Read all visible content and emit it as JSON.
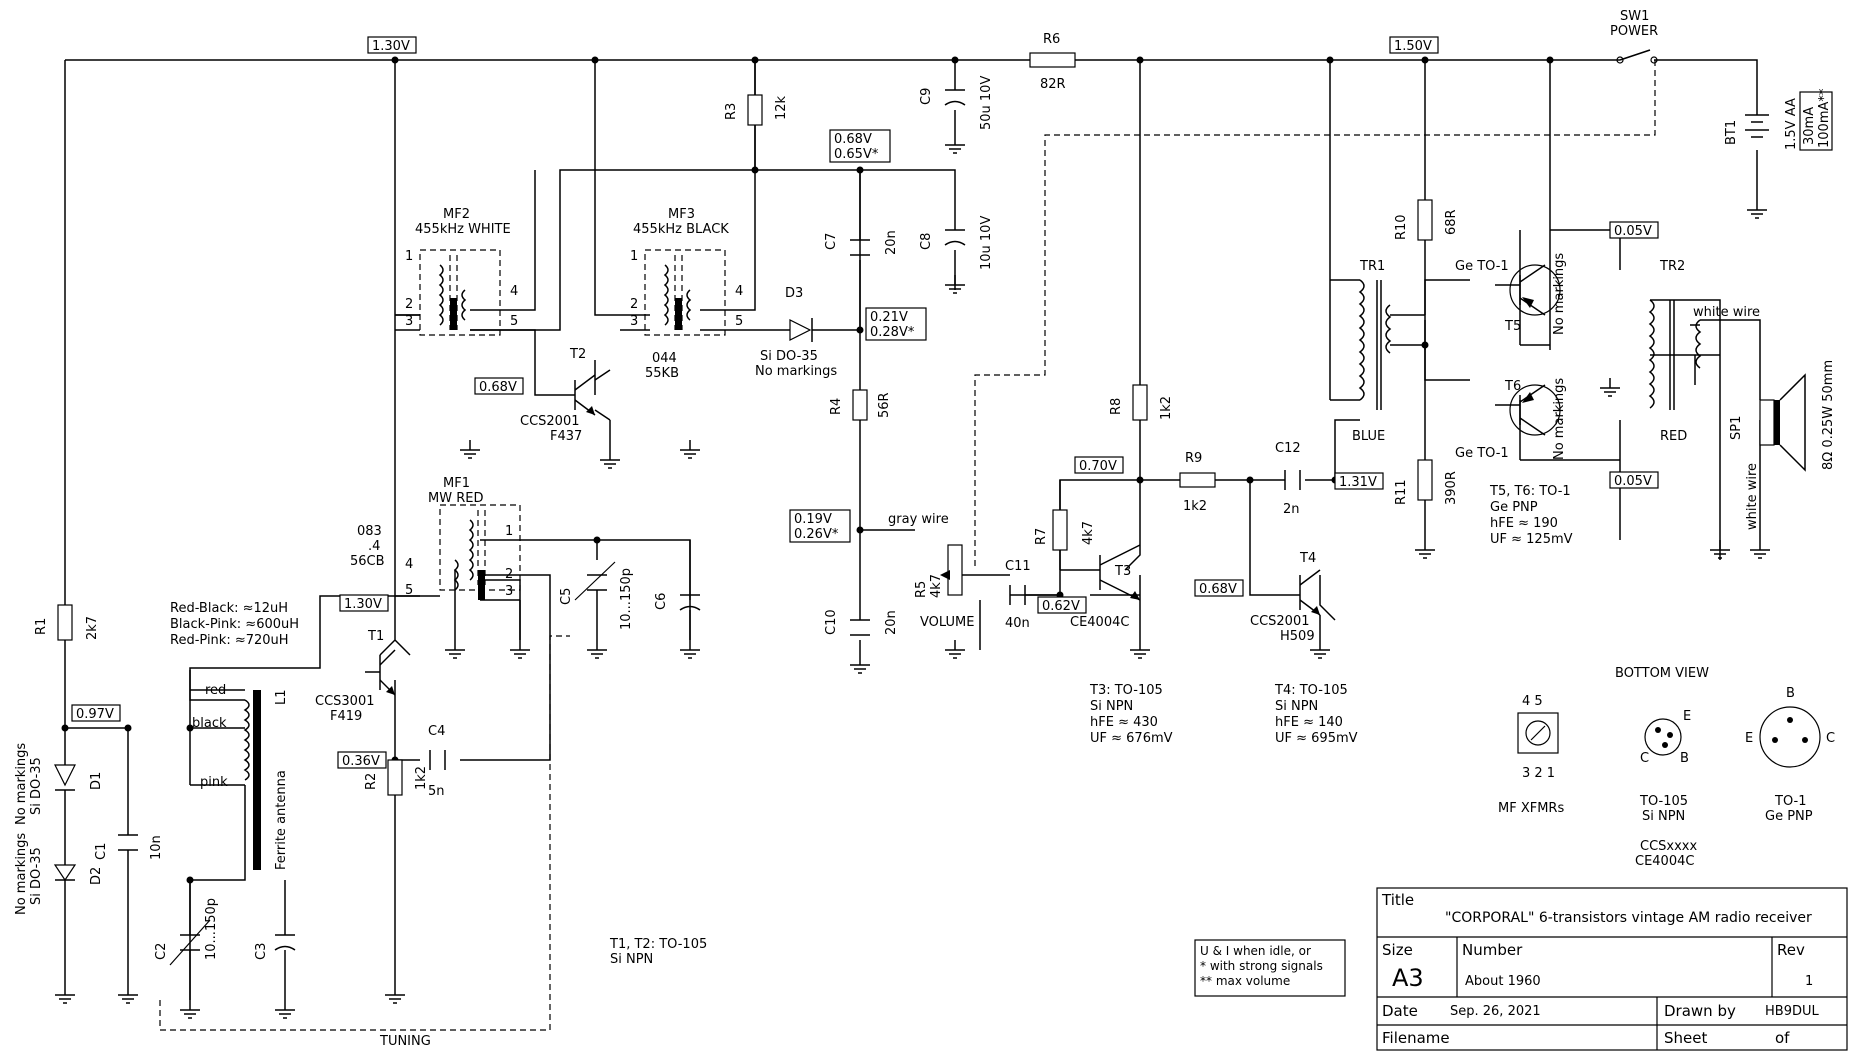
{
  "title_block": {
    "title_label": "Title",
    "title": "\"CORPORAL\" 6-transistors vintage AM radio receiver",
    "size_label": "Size",
    "size": "A3",
    "number_label": "Number",
    "number": "About 1960",
    "rev_label": "Rev",
    "rev": "1",
    "date_label": "Date",
    "date": "Sep. 26, 2021",
    "drawn_by_label": "Drawn by",
    "drawn_by": "HB9DUL",
    "filename_label": "Filename",
    "sheet_label": "Sheet",
    "sheet_of": "of"
  },
  "voltages": {
    "v_top_left": "1.30V",
    "v_top_right": "1.50V",
    "v_t2_e": "0.68V",
    "v_c7_a": "0.68V",
    "v_c7_b": "0.65V*",
    "v_d3_a": "0.21V",
    "v_d3_b": "0.28V*",
    "v_r5_a": "0.19V",
    "v_r5_b": "0.26V*",
    "v_t1_c": "1.30V",
    "v_l1": "0.97V",
    "v_t1_e": "0.36V",
    "v_t3_c": "0.70V",
    "v_t3_b": "0.62V",
    "v_t4_c": "1.31V",
    "v_t4_e": "0.68V",
    "v_t5": "0.05V",
    "v_t6": "0.05V"
  },
  "components": {
    "R1": "R1",
    "R1_val": "2k7",
    "R2": "R2",
    "R2_val": "1k2",
    "R3": "R3",
    "R3_val": "12k",
    "R4": "R4",
    "R4_val": "56R",
    "R5": "R5",
    "R5_val": "4k7",
    "R5_extra": "VOLUME",
    "R6": "R6",
    "R6_val": "82R",
    "R7": "R7",
    "R7_val": "4k7",
    "R8": "R8",
    "R8_val": "1k2",
    "R9": "R9",
    "R9_val": "1k2",
    "R10": "R10",
    "R10_val": "68R",
    "R11": "R11",
    "R11_val": "390R",
    "C1": "C1",
    "C1_val": "10n",
    "C2": "C2",
    "C2_val": "10...150p",
    "C3": "C3",
    "C4": "C4",
    "C4_val": "5n",
    "C5": "C5",
    "C5_val": "10...150p",
    "C6": "C6",
    "C7": "C7",
    "C7_val": "20n",
    "C8": "C8",
    "C8_val": "10u 10V",
    "C9": "C9",
    "C9_val": "50u 10V",
    "C10": "C10",
    "C10_val": "20n",
    "C11": "C11",
    "C11_val": "40n",
    "C12": "C12",
    "C12_val": "2n",
    "D1": "D1",
    "D1_note1": "No markings",
    "D1_note2": "Si DO-35",
    "D2": "D2",
    "D2_note1": "No markings",
    "D2_note2": "Si DO-35",
    "D3": "D3",
    "D3_note1": "Si DO-35",
    "D3_note2": "No markings",
    "T1": "T1",
    "T1_part1": "CCS3001",
    "T1_part2": "F419",
    "T2": "T2",
    "T2_part1": "CCS2001",
    "T2_part2": "F437",
    "T3": "T3",
    "T3_part": "CE4004C",
    "T4": "T4",
    "T4_part1": "CCS2001",
    "T4_part2": "H509",
    "T5": "T5",
    "T5_part": "Ge TO-1",
    "T5_note": "No markings",
    "T6": "T6",
    "T6_part": "Ge TO-1",
    "T6_note": "No markings",
    "MF1": "MF1",
    "MF1_desc": "MW RED",
    "MF1_code1": "083",
    "MF1_code2": ".4",
    "MF1_code3": "56CB",
    "MF2": "MF2",
    "MF2_desc": "455kHz WHITE",
    "MF3": "MF3",
    "MF3_desc": "455kHz BLACK",
    "MF3_code1": "044",
    "MF3_code2": "55KB",
    "L1": "L1",
    "L1_desc": "Ferrite antenna",
    "L1_red": "red",
    "L1_black": "black",
    "L1_pink": "pink",
    "TR1": "TR1",
    "TR1_desc": "BLUE",
    "TR2": "TR2",
    "TR2_desc": "RED",
    "TR2_wire": "white wire",
    "SP1": "SP1",
    "SP1_val": "8Ω 0.25W 50mm",
    "SP1_wire": "white wire",
    "BT1": "BT1",
    "BT1_val": "1.5V AA",
    "BT1_cur1": "30mA",
    "BT1_cur2": "100mA**",
    "SW1": "SW1",
    "SW1_desc": "POWER",
    "gray_wire": "gray wire",
    "tuning": "TUNING",
    "pin1": "1",
    "pin2": "2",
    "pin3": "3",
    "pin4": "4",
    "pin5": "5"
  },
  "notes": {
    "l1_1": "Red-Black: ≈12uH",
    "l1_2": "Black-Pink: ≈600uH",
    "l1_3": "Red-Pink: ≈720uH",
    "t12_1": "T1, T2: TO-105",
    "t12_2": "Si NPN",
    "t3_1": "T3: TO-105",
    "t3_2": "Si NPN",
    "t3_3": "hFE ≈ 430",
    "t3_4": "UF ≈ 676mV",
    "t4_1": "T4: TO-105",
    "t4_2": "Si NPN",
    "t4_3": "hFE ≈ 140",
    "t4_4": "UF ≈ 695mV",
    "t56_1": "T5, T6: TO-1",
    "t56_2": "Ge PNP",
    "t56_3": "hFE ≈ 190",
    "t56_4": "UF ≈ 125mV",
    "legend_1": "U & I when idle, or",
    "legend_2": "* with strong signals",
    "legend_3": "** max volume"
  },
  "bottom_view": {
    "title": "BOTTOM VIEW",
    "mf_pins_top": "4 5",
    "mf_pins_bottom": "3 2 1",
    "mf_label": "MF XFMRs",
    "to105_e": "E",
    "to105_c": "C",
    "to105_b": "B",
    "to105_l1": "TO-105",
    "to105_l2": "Si NPN",
    "to105_l3": "CCSxxxx",
    "to105_l4": "CE4004C",
    "to1_b": "B",
    "to1_e": "E",
    "to1_c": "C",
    "to1_l1": "TO-1",
    "to1_l2": "Ge PNP"
  }
}
